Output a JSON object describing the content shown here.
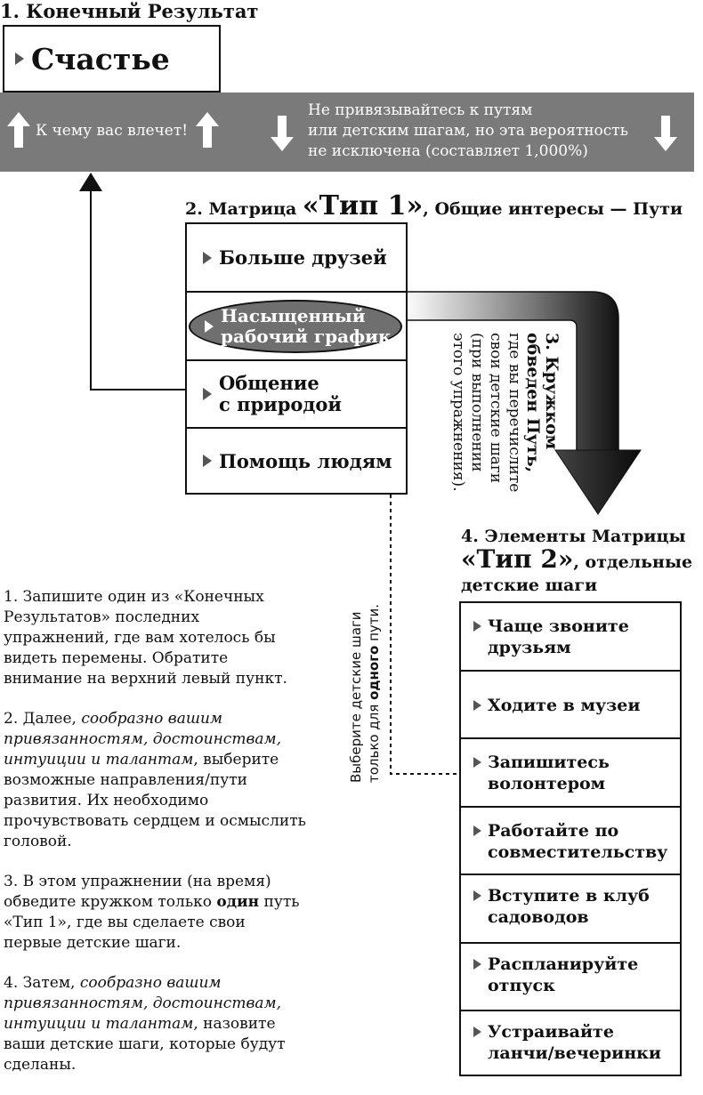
{
  "step1": {
    "title": "1. Конечный Результат",
    "box_label": "Счастье"
  },
  "banner": {
    "left_text": "К чему вас влечет!",
    "right_line1": "Не привязывайтесь к путям",
    "right_line2": "или детским шагам, но эта вероятность",
    "right_line3": "не исключена (составляет 1,000%)"
  },
  "step2": {
    "title_prefix": "2. Матрица ",
    "title_big": "«Тип 1»",
    "title_suffix": ", Общие интересы — Пути",
    "items": [
      {
        "line1": "Больше друзей",
        "line2": ""
      },
      {
        "line1": "Насыщенный",
        "line2": "рабочий график"
      },
      {
        "line1": "Общение",
        "line2": "с природой"
      },
      {
        "line1": "Помощь людям",
        "line2": ""
      }
    ]
  },
  "step3": {
    "heading1": "3. Кружком",
    "heading2": "обведен Путь,",
    "line1": "где вы перечислите",
    "line2": "свои детские шаги",
    "line3": "(при выполнении",
    "line4": "этого упражнения)."
  },
  "dotted_note": {
    "line1": "Выберите детские шаги",
    "line2_pre": "только для ",
    "line2_bold": "одного",
    "line2_post": " пути."
  },
  "step4": {
    "title_line1": "4. Элементы Матрицы",
    "title_big": "«Тип 2»",
    "title_line2_suffix": ", отдельные",
    "title_line3": "детские шаги",
    "items": [
      {
        "line1": "Чаще звоните",
        "line2": "друзьям"
      },
      {
        "line1": "Ходите в музеи",
        "line2": ""
      },
      {
        "line1": "Запишитесь",
        "line2": "волонтером"
      },
      {
        "line1": "Работайте по",
        "line2": "совместительству"
      },
      {
        "line1": "Вступите в клуб",
        "line2": "садоводов"
      },
      {
        "line1": "Распланируйте",
        "line2": "отпуск"
      },
      {
        "line1": "Устраивайте",
        "line2": "ланчи/вечеринки"
      }
    ]
  },
  "instructions": {
    "p1": "1. Запишите один из «Конечных Результатов» последних упражнений, где вам хотелось бы видеть перемены. Обратите внимание на верхний левый пункт.",
    "p2_a": "2. Далее, ",
    "p2_i": "сообразно вашим привязанностям, достоинствам, интуиции и талантам",
    "p2_b": ", выберите возможные направления/пути развития. Их необходимо прочувствовать сердцем и осмыслить головой.",
    "p3_a": "3. В этом упражнении (на время) обведите кружком только ",
    "p3_bold": "один",
    "p3_b": " путь «Тип 1», где вы сделаете свои первые детские шаги.",
    "p4_a": "4. Затем, ",
    "p4_i": "сообразно вашим привязанностям, достоинствам, интуиции и талантам",
    "p4_b": ", назовите ваши детские шаги, которые будут сделаны."
  }
}
